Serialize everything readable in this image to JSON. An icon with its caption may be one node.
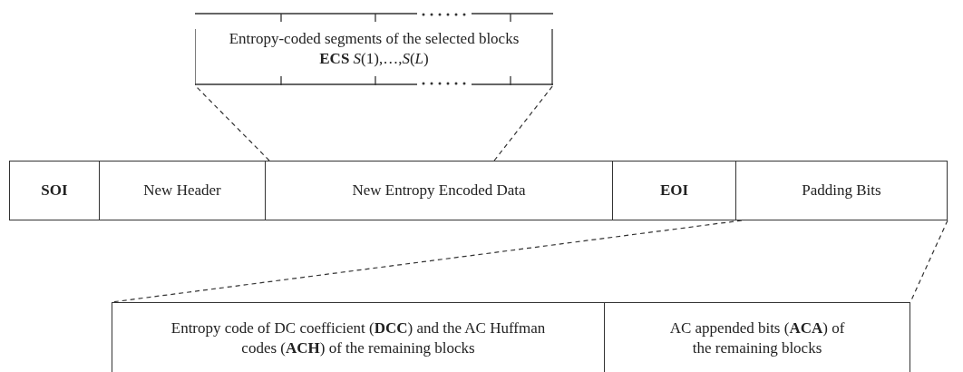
{
  "diagram": {
    "nodes": [
      {
        "text": [
          "Entropy-coded segments of the selected blocks",
          "**ECS** *S*(1),…,*S*(*L*)"
        ]
      },
      {
        "text": [
          "SOI"
        ]
      },
      {
        "text": [
          "New Header"
        ]
      },
      {
        "text": [
          "New Entropy Encoded Data"
        ]
      },
      {
        "text": [
          "EOI"
        ]
      },
      {
        "text": [
          "Padding Bits"
        ]
      },
      {
        "text": [
          "Entropy code of DC coefficient (**DCC**) and the AC Huffman codes (**ACH**) of the remaining blocks"
        ]
      },
      {
        "text": [
          "AC appended bits (**ACA**) of the remaining blocks"
        ]
      }
    ],
    "edges": [
      {
        "from": 3,
        "to": 0,
        "arrow": "none",
        "style": "dashed"
      },
      {
        "from": 3,
        "to": 0,
        "arrow": "none",
        "style": "dashed"
      },
      {
        "from": 5,
        "to": 6,
        "arrow": "none",
        "style": "dashed"
      },
      {
        "from": 5,
        "to": 7,
        "arrow": "none",
        "style": "dashed"
      }
    ]
  }
}
